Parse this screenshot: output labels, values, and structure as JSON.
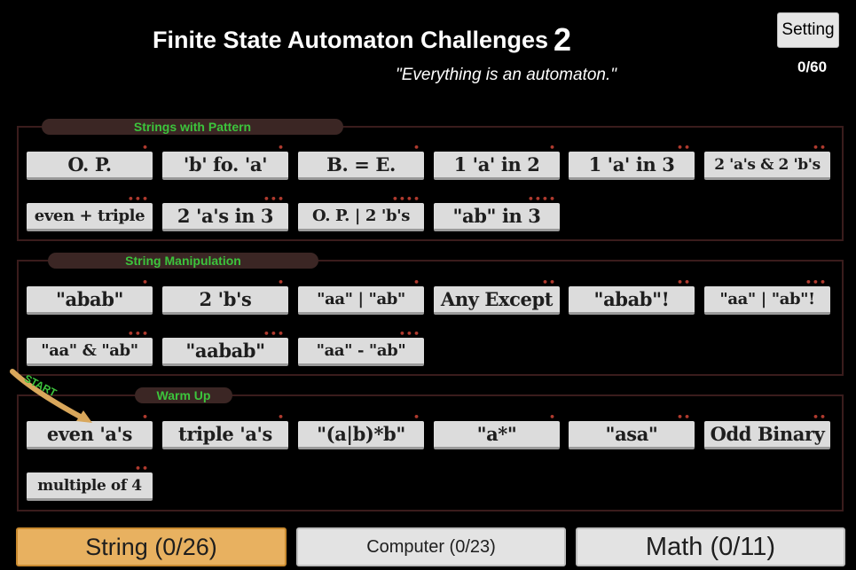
{
  "header": {
    "title": "Finite State Automaton Challenges",
    "title_number": "2",
    "subtitle": "\"Everything is an automaton.\"",
    "setting_label": "Setting",
    "progress": "0/60"
  },
  "groups": [
    {
      "label": "Strings with Pattern",
      "levels": [
        {
          "label": "O. P.",
          "dots": "•"
        },
        {
          "label": "'b' fo. 'a'",
          "dots": "•"
        },
        {
          "label": "B. = E.",
          "dots": "•"
        },
        {
          "label": "1 'a' in 2",
          "dots": "•"
        },
        {
          "label": "1 'a' in 3",
          "dots": "••"
        },
        {
          "label": "2 'a's & 2 'b's",
          "dots": "••"
        },
        {
          "label": "even + triple",
          "dots": "•••"
        },
        {
          "label": "2 'a's in 3",
          "dots": "•••"
        },
        {
          "label": "O. P. | 2 'b's",
          "dots": "••••"
        },
        {
          "label": "\"ab\" in 3",
          "dots": "••••"
        }
      ]
    },
    {
      "label": "String Manipulation",
      "levels": [
        {
          "label": "\"abab\"",
          "dots": "•"
        },
        {
          "label": "2 'b's",
          "dots": "•"
        },
        {
          "label": "\"aa\" | \"ab\"",
          "dots": "•"
        },
        {
          "label": "Any Except",
          "dots": "••"
        },
        {
          "label": "\"abab\"!",
          "dots": "••"
        },
        {
          "label": "\"aa\" | \"ab\"!",
          "dots": "•••"
        },
        {
          "label": "\"aa\" & \"ab\"",
          "dots": "•••"
        },
        {
          "label": "\"aabab\"",
          "dots": "•••"
        },
        {
          "label": "\"aa\" - \"ab\"",
          "dots": "•••"
        }
      ]
    },
    {
      "label": "Warm Up",
      "levels": [
        {
          "label": "even 'a's",
          "dots": "•"
        },
        {
          "label": "triple 'a's",
          "dots": "•"
        },
        {
          "label": "\"(a|b)*b\"",
          "dots": "•"
        },
        {
          "label": "\"a*\"",
          "dots": "•"
        },
        {
          "label": "\"asa\"",
          "dots": "••"
        },
        {
          "label": "Odd Binary",
          "dots": "••"
        },
        {
          "label": "multiple of 4",
          "dots": "••"
        }
      ]
    }
  ],
  "start_label": "START",
  "tabs": [
    {
      "label": "String (0/26)",
      "active": true
    },
    {
      "label": "Computer (0/23)",
      "active": false
    },
    {
      "label": "Math (0/11)",
      "active": false
    }
  ],
  "colors": {
    "background": "#000000",
    "group_label_text": "#3cc43c",
    "group_border": "#3a1c1c",
    "difficulty_dots": "#b03a2e",
    "level_button": "#dcdcdc",
    "active_tab": "#e8b160",
    "inactive_tab": "#e3e3e3",
    "start_arrow": "#d9a75b"
  }
}
